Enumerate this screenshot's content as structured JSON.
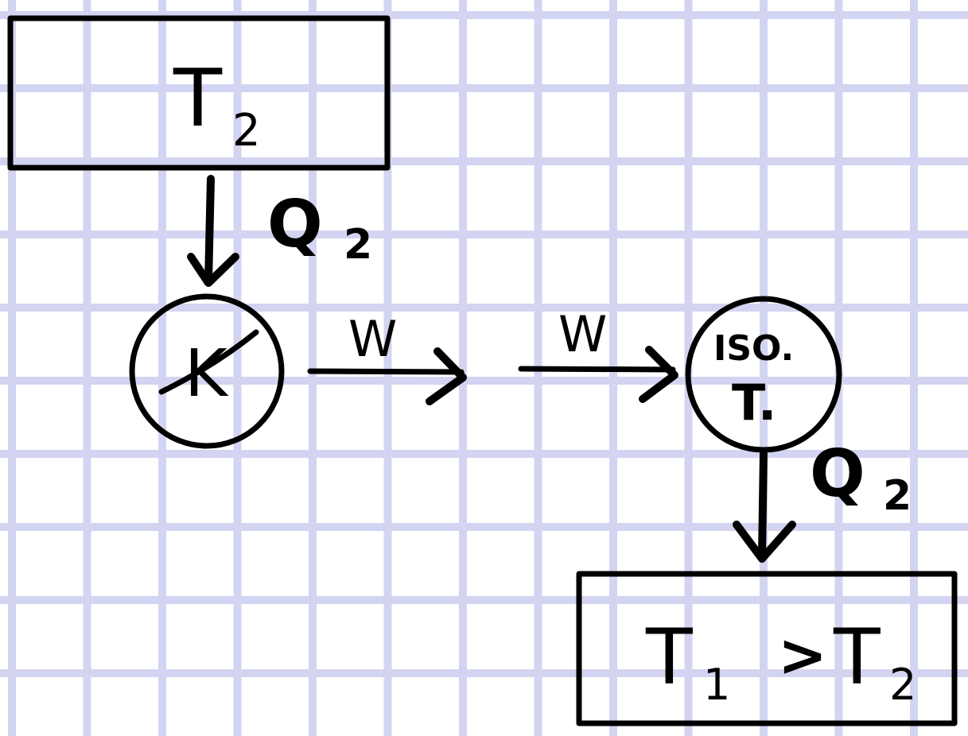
{
  "hot_reservoir": {
    "label": "T",
    "subscript": "2"
  },
  "heat_in": {
    "label": "Q",
    "subscript": "2"
  },
  "engine": {
    "label": "K",
    "crossed_out": true
  },
  "work_out": {
    "label": "W"
  },
  "work_in": {
    "label": "W"
  },
  "iso_process": {
    "line1": "ISO.",
    "line2": "T."
  },
  "heat_out": {
    "label": "Q",
    "subscript": "2"
  },
  "cold_reservoir": {
    "left": "T",
    "left_subscript": "1",
    "relation": ">",
    "right": "T",
    "right_subscript": "2"
  }
}
